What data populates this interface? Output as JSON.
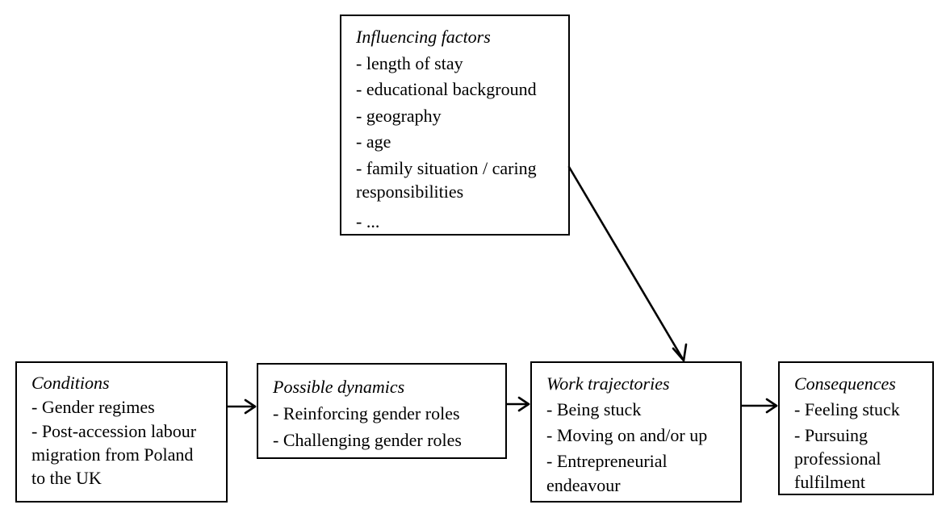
{
  "influencing": {
    "title": "Influencing factors",
    "items": [
      "- length of stay",
      "- educational background",
      "- geography",
      "- age",
      "- family situation / caring",
      "responsibilities",
      "- ..."
    ]
  },
  "conditions": {
    "title": "Conditions",
    "items": [
      "- Gender regimes",
      "- Post-accession labour",
      "migration from Poland",
      "to the UK"
    ]
  },
  "dynamics": {
    "title": "Possible dynamics",
    "items": [
      "- Reinforcing gender roles",
      "- Challenging gender roles"
    ]
  },
  "work": {
    "title": "Work trajectories",
    "items": [
      "- Being stuck",
      "- Moving on and/or up",
      "- Entrepreneurial",
      "endeavour"
    ]
  },
  "consequences": {
    "title": "Consequences",
    "items": [
      "- Feeling stuck",
      "- Pursuing",
      "professional",
      "fulfilment"
    ]
  }
}
